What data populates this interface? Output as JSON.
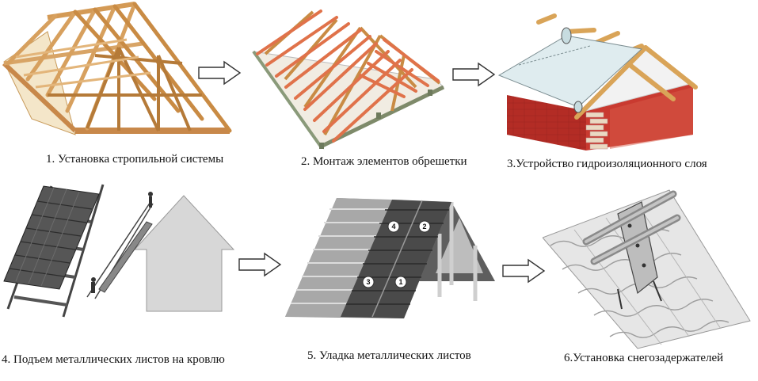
{
  "steps": [
    {
      "label": "1. Установка стропильной системы"
    },
    {
      "label": "2. Монтаж элементов обрешетки"
    },
    {
      "label": "3.Устройство гидроизоляционного слоя"
    },
    {
      "label": "4. Подъем  металлических листов на кровлю"
    },
    {
      "label": "5. Уладка металлических листов"
    },
    {
      "label": "6.Установка снегозадержателей"
    }
  ],
  "sheet_numbers": [
    "4",
    "2",
    "3",
    "1"
  ],
  "colors": {
    "wood": "#e4a866",
    "wood_dark": "#a86a2c",
    "batten": "#e07a50",
    "membrane": "#dbe9ec",
    "brick": "#b0302a",
    "roof_sheet": "#4a4a4a",
    "arrow_fill": "#ffffff",
    "arrow_stroke": "#333333"
  }
}
